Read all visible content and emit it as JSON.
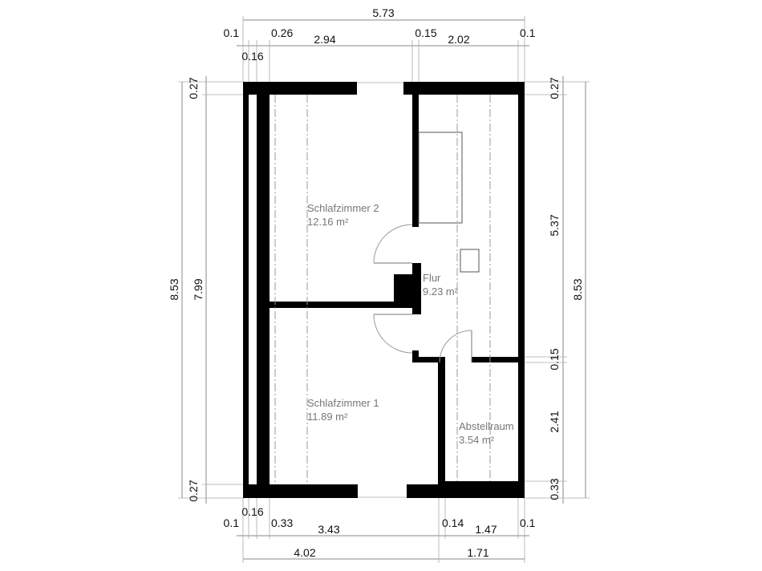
{
  "rooms": [
    {
      "name": "Schlafzimmer 2",
      "area": "12.16 m²"
    },
    {
      "name": "Flur",
      "area": "9.23 m²"
    },
    {
      "name": "Schlafzimmer 1",
      "area": "11.89 m²"
    },
    {
      "name": "Abstellraum",
      "area": "3.54 m²"
    }
  ],
  "dimensions": {
    "top_total": "5.73",
    "top_segments": [
      "0.1",
      "0.16",
      "0.26",
      "2.94",
      "0.15",
      "2.02",
      "0.1"
    ],
    "bottom_segments": [
      "0.1",
      "0.16",
      "0.33",
      "3.43",
      "0.14",
      "1.47",
      "0.1"
    ],
    "bottom_totals": [
      "4.02",
      "1.71"
    ],
    "left_total": "8.53",
    "left_segments": [
      "0.27",
      "7.99",
      "0.27"
    ],
    "right_segments": [
      "0.27",
      "5.37",
      "0.15",
      "2.41",
      "0.33"
    ],
    "right_total": "8.53"
  },
  "colors": {
    "wall": "#000000",
    "dimension_line": "#888888",
    "room_label": "#777777"
  }
}
